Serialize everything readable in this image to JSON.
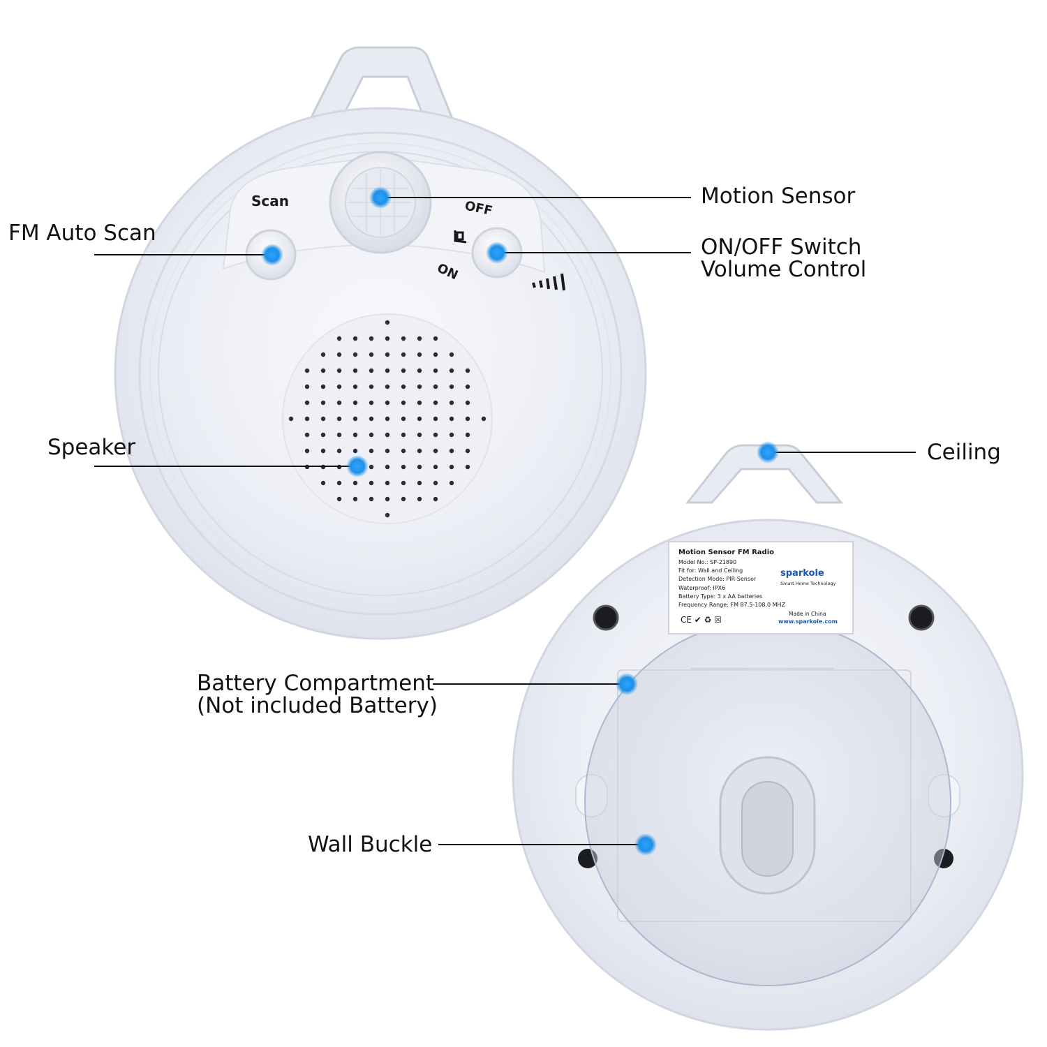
{
  "front_device": {
    "scan_label": "Scan",
    "off_label": "OFF",
    "on_label": "ON",
    "volume_ticks": "ıııII"
  },
  "callouts": {
    "fm_auto_scan": "FM Auto Scan",
    "motion_sensor": "Motion Sensor",
    "on_off_switch_line1": "ON/OFF Switch",
    "on_off_switch_line2": "Volume Control",
    "speaker": "Speaker",
    "ceiling": "Ceiling",
    "battery_line1": "Battery Compartment",
    "battery_line2": "(Not included Battery)",
    "wall_buckle": "Wall Buckle"
  },
  "product_label": {
    "title": "Motion Sensor FM Radio",
    "model": "Model No.: SP-21890",
    "fit": "Fit for: Wall and Ceiling",
    "detection": "Detection Mode: PIR-Sensor",
    "waterproof": "Waterproof: IPX6",
    "battery": "Battery Type: 3 x AA batteries",
    "frequency": "Frequency Range: FM 87.5-108.0 MHZ",
    "brand": "sparkole",
    "tagline": "Smart Home Technology",
    "made_in": "Made in China",
    "website": "www.sparkole.com",
    "marks": "CE ✔ ♻ ☒"
  },
  "colors": {
    "marker": "#1e90e8",
    "device_body": "#eef0f6",
    "device_rim": "#f7f8fb",
    "leader_line": "#111111"
  }
}
